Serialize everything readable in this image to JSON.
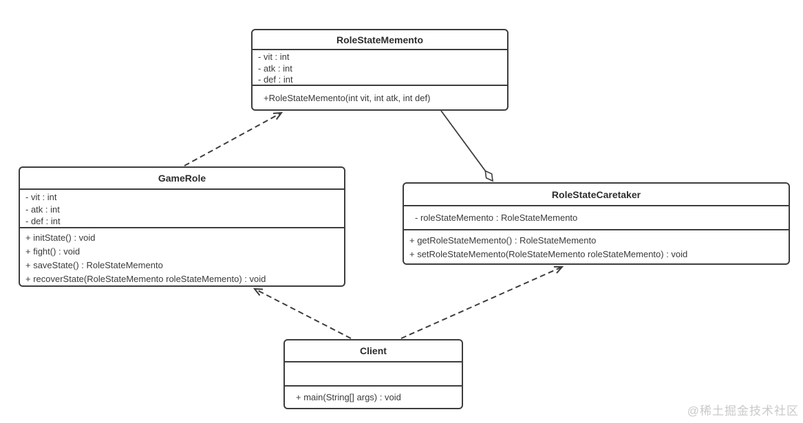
{
  "classes": [
    {
      "name": "RoleStateMemento",
      "fields": [
        "- vit : int",
        "- atk : int",
        "- def : int"
      ],
      "methods": [
        "+RoleStateMemento(int vit, int atk, int def)"
      ]
    },
    {
      "name": "GameRole",
      "fields": [
        "- vit : int",
        "- atk : int",
        "- def : int"
      ],
      "methods": [
        "+ initState() : void",
        "+ fight() : void",
        "+ saveState() : RoleStateMemento",
        "+ recoverState(RoleStateMemento roleStateMemento) : void"
      ]
    },
    {
      "name": "RoleStateCaretaker",
      "fields": [
        "- roleStateMemento : RoleStateMemento"
      ],
      "methods": [
        "+ getRoleStateMemento() : RoleStateMemento",
        "+ setRoleStateMemento(RoleStateMemento roleStateMemento) : void"
      ]
    },
    {
      "name": "Client",
      "fields": [],
      "methods": [
        "+ main(String[] args) : void"
      ]
    }
  ],
  "relationships": [
    {
      "from": "GameRole",
      "to": "RoleStateMemento",
      "type": "dependency",
      "style": "dashed-open-arrow"
    },
    {
      "from": "RoleStateMemento",
      "to": "RoleStateCaretaker",
      "type": "aggregation",
      "style": "solid-open-diamond-at-caretaker"
    },
    {
      "from": "Client",
      "to": "GameRole",
      "type": "dependency",
      "style": "dashed-open-arrow"
    },
    {
      "from": "Client",
      "to": "RoleStateCaretaker",
      "type": "dependency",
      "style": "dashed-open-arrow"
    }
  ],
  "watermark": "@稀土掘金技术社区",
  "colors": {
    "line": "#3c3c3c",
    "text": "#3a3a3a",
    "watermark": "#c9c9c9",
    "background": "#ffffff"
  }
}
